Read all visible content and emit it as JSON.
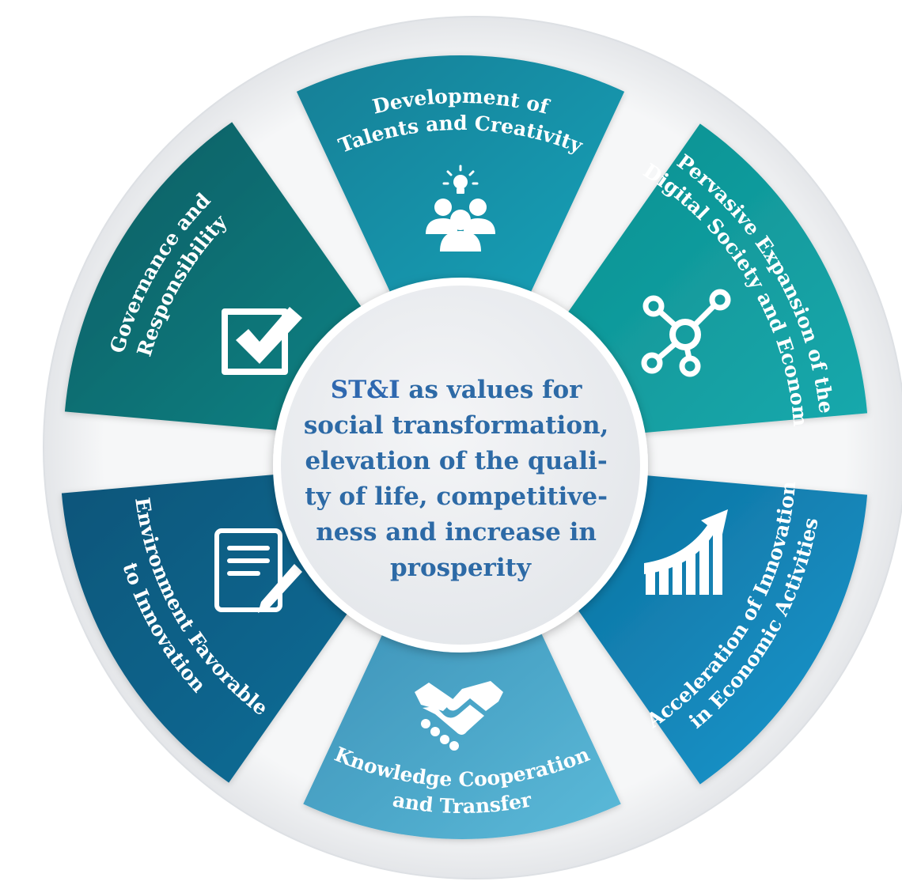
{
  "center": {
    "highlight": "ST&I",
    "lines": [
      " as values for",
      "social transformation,",
      "elevation of the quali-",
      "ty of life, competitive-",
      "ness and increase in",
      "prosperity"
    ]
  },
  "segments": [
    {
      "id": "talents",
      "lines": [
        "Development of",
        "Talents and Creativity"
      ],
      "icon": "people-lightbulb-icon",
      "color_start": "#137f96",
      "color_end": "#17a3ba"
    },
    {
      "id": "digital",
      "lines": [
        "Pervasive Expansion of the",
        "Digital Society and Economy"
      ],
      "icon": "network-hub-icon",
      "color_start": "#0a8f8f",
      "color_end": "#1aa9ad"
    },
    {
      "id": "acceleration",
      "lines": [
        "Acceleration of Innovation",
        "in Economic Activities"
      ],
      "icon": "growth-chart-icon",
      "color_start": "#0b6f9c",
      "color_end": "#1c98cf"
    },
    {
      "id": "knowledge",
      "lines": [
        "Knowledge Cooperation",
        "and Transfer"
      ],
      "icon": "handshake-icon",
      "color_start": "#3a8fb5",
      "color_end": "#5bbad9"
    },
    {
      "id": "environment",
      "lines": [
        "Environment Favorable",
        "to Innovation"
      ],
      "icon": "document-pen-icon",
      "color_start": "#0a5579",
      "color_end": "#0d6e99"
    },
    {
      "id": "governance",
      "lines": [
        "Governance and",
        "Responsibility"
      ],
      "icon": "checkbox-icon",
      "color_start": "#0a5c63",
      "color_end": "#138485"
    }
  ],
  "colors": {
    "ring": "#eeeff1",
    "center_fill": "#eef0f3",
    "center_text": "#2d6aa6"
  }
}
